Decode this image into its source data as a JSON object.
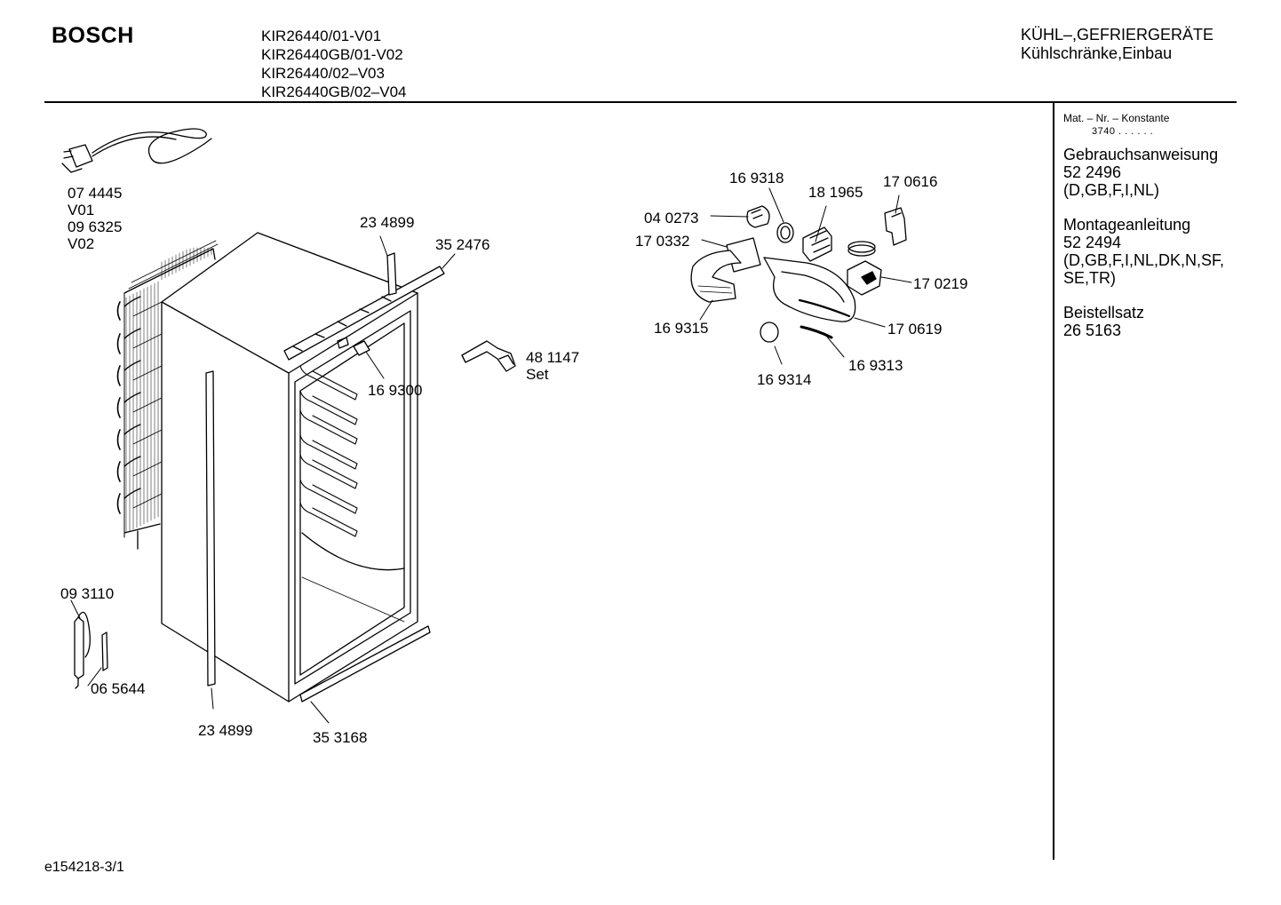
{
  "header": {
    "brand": "BOSCH",
    "models": [
      "KIR26440/01-V01",
      "KIR26440GB/01-V02",
      "KIR26440/02–V03",
      "KIR26440GB/02–V04"
    ],
    "category_line1": "KÜHL–,GEFRIERGERÄTE",
    "category_line2": "Kühlschränke,Einbau"
  },
  "sidebar": {
    "mat_label": "Mat. – Nr. – Konstante",
    "mat_value": "3740 . . . . . .",
    "docs": [
      {
        "title": "Gebrauchsanweisung",
        "number": "52 2496",
        "langs": "(D,GB,F,I,NL)"
      },
      {
        "title": "Montageanleitung",
        "number": "52 2494",
        "langs": "(D,GB,F,I,NL,DK,N,SF, SE,TR)"
      },
      {
        "title": "Beistellsatz",
        "number": "26 5163",
        "langs": ""
      }
    ]
  },
  "parts": {
    "cord_a": "07 4445",
    "cord_a_var": "V01",
    "cord_b": "09 6325",
    "cord_b_var": "V02",
    "strip_top": "23 4899",
    "rail_top": "35 2476",
    "bracket": "48 1147",
    "bracket_note": "Set",
    "holder": "16 9300",
    "sensor": "09 3110",
    "sensor_b": "06 5644",
    "strip_bottom": "23 4899",
    "rail_bottom": "35 3168",
    "lamp_1": "16 9318",
    "lamp_2": "18 1965",
    "lamp_3": "17 0616",
    "lamp_4": "04 0273",
    "lamp_5": "17 0332",
    "lamp_6": "17 0219",
    "lamp_7": "16 9315",
    "lamp_8": "17 0619",
    "lamp_9": "16 9313",
    "lamp_10": "16 9314"
  },
  "footer": {
    "drawing_id": "e154218-3/1"
  }
}
